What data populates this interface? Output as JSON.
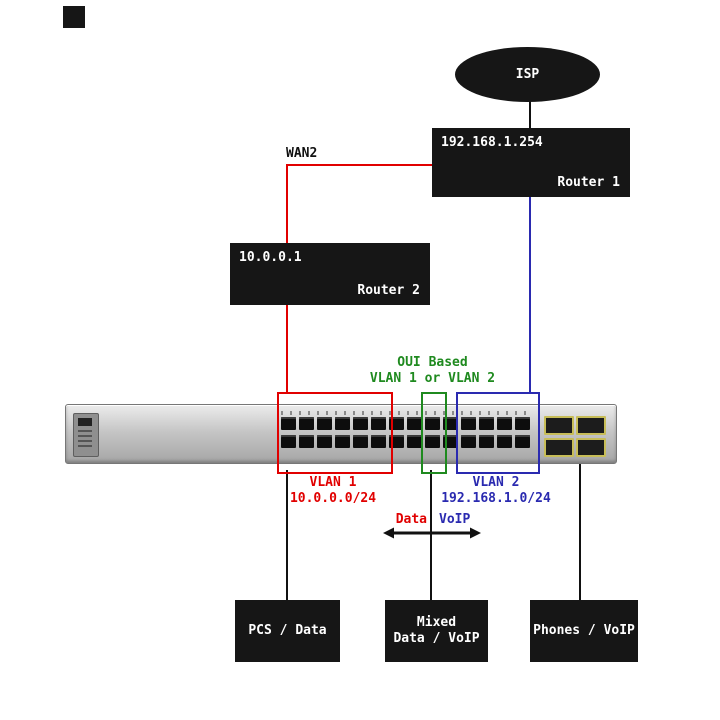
{
  "title": "VLAN network diagram",
  "isp": {
    "label": "ISP"
  },
  "router1": {
    "ip": "192.168.1.254",
    "name": "Router 1"
  },
  "router2": {
    "ip": "10.0.0.1",
    "name": "Router 2"
  },
  "links": {
    "wan2_label": "WAN2"
  },
  "switch": {
    "oui_label_line1": "OUI Based",
    "oui_label_line2": "VLAN 1 or VLAN 2",
    "vlan1_name": "VLAN 1",
    "vlan1_subnet": "10.0.0.0/24",
    "vlan2_name": "VLAN 2",
    "vlan2_subnet": "192.168.1.0/24"
  },
  "traffic_arrow": {
    "data_label": "Data",
    "voip_label": "VoIP"
  },
  "endpoints": {
    "pcs_label": "PCS / Data",
    "mixed_label_line1": "Mixed",
    "mixed_label_line2": "Data / VoIP",
    "phones_label": "Phones / VoIP"
  },
  "colors": {
    "vlan1_red": "#e10000",
    "vlan2_blue": "#2a2ab0",
    "oui_green": "#1f8a1f",
    "device_black": "#161616"
  }
}
